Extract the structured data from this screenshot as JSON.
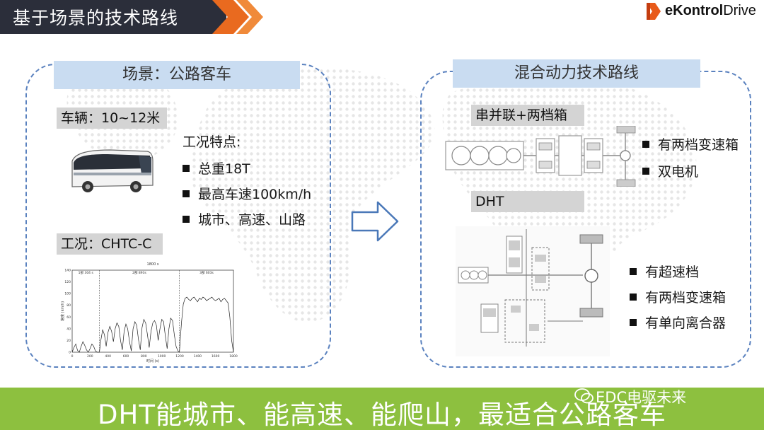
{
  "header": {
    "title": "基于场景的技术路线"
  },
  "logo": {
    "brand": "eKontrol",
    "sub": "Drive"
  },
  "left_panel": {
    "title": "场景：公路客车",
    "vehicle_tag": "车辆：10~12米",
    "features_title": "工况特点:",
    "features": [
      "总重18T",
      "最高车速100km/h",
      "城市、高速、山路"
    ],
    "condition_tag": "工况：CHTC-C"
  },
  "right_panel": {
    "title": "混合动力技术路线",
    "hev_tag": "串并联+两档箱",
    "hev_features": [
      "有两档变速箱",
      "双电机"
    ],
    "dht_tag": "DHT",
    "dht_features": [
      "有超速档",
      "有两档变速箱",
      "有单向离合器"
    ]
  },
  "footer": {
    "slogan": "DHT能城市、能高速、能爬山，最适合公路客车",
    "watermark": "EDC电驱未来"
  },
  "chart_data": {
    "type": "line",
    "title": "1800 s",
    "segments": [
      "1部 304 s",
      "2部 893s",
      "3部 603s"
    ],
    "xlabel": "时间 (s)",
    "ylabel": "速度 (km/h)",
    "xlim": [
      0,
      1800
    ],
    "ylim": [
      0,
      140
    ],
    "x_ticks": [
      "0",
      "200",
      "400",
      "600",
      "800",
      "1000",
      "1200",
      "1400",
      "1600",
      "1800"
    ],
    "y_ticks": [
      "0",
      "20",
      "40",
      "60",
      "80",
      "100",
      "120",
      "140"
    ],
    "x": [
      0,
      20,
      40,
      60,
      80,
      100,
      120,
      140,
      160,
      180,
      200,
      220,
      240,
      260,
      280,
      304,
      320,
      340,
      360,
      380,
      400,
      420,
      440,
      460,
      480,
      500,
      520,
      540,
      560,
      580,
      600,
      620,
      640,
      660,
      680,
      700,
      720,
      740,
      760,
      780,
      800,
      820,
      840,
      860,
      880,
      900,
      920,
      940,
      960,
      980,
      1000,
      1020,
      1040,
      1060,
      1080,
      1100,
      1120,
      1140,
      1160,
      1180,
      1197,
      1220,
      1240,
      1260,
      1280,
      1300,
      1320,
      1340,
      1360,
      1380,
      1400,
      1420,
      1440,
      1460,
      1480,
      1500,
      1520,
      1540,
      1560,
      1580,
      1600,
      1620,
      1640,
      1660,
      1680,
      1700,
      1720,
      1740,
      1760,
      1780,
      1800
    ],
    "y": [
      0,
      8,
      14,
      3,
      0,
      10,
      18,
      12,
      4,
      0,
      6,
      14,
      10,
      2,
      0,
      0,
      20,
      38,
      30,
      10,
      34,
      44,
      36,
      18,
      40,
      50,
      44,
      20,
      4,
      36,
      48,
      40,
      18,
      2,
      40,
      52,
      46,
      22,
      4,
      42,
      56,
      50,
      30,
      8,
      36,
      50,
      54,
      46,
      20,
      40,
      56,
      52,
      28,
      6,
      40,
      58,
      54,
      30,
      10,
      2,
      0,
      50,
      82,
      92,
      94,
      90,
      88,
      92,
      94,
      90,
      86,
      92,
      90,
      94,
      92,
      88,
      90,
      92,
      94,
      90,
      88,
      90,
      92,
      86,
      90,
      92,
      88,
      84,
      60,
      20,
      0
    ]
  }
}
